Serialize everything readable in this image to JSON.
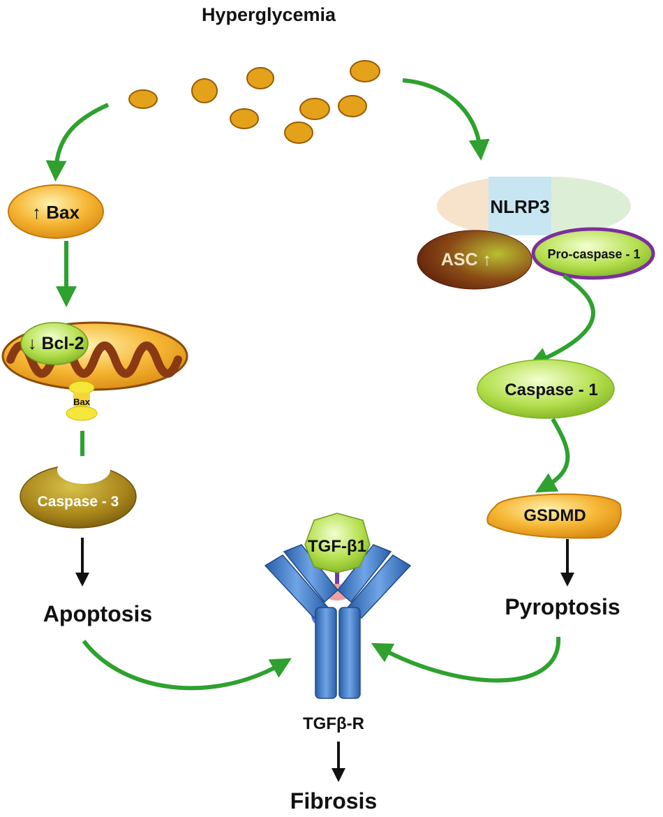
{
  "title": "Hyperglycemia",
  "left_branch": {
    "bax_up": "↑ Bax",
    "bcl2_down": "↓ Bcl-2",
    "bax_small": "Bax",
    "caspase3": "Caspase - 3",
    "outcome": "Apoptosis"
  },
  "right_branch": {
    "nlrp3": "NLRP3",
    "asc_up": "ASC ↑",
    "pro_caspase1": "Pro-caspase - 1",
    "caspase1": "Caspase - 1",
    "gsdmd": "GSDMD",
    "outcome": "Pyroptosis"
  },
  "center": {
    "ligand": "TGF-β1",
    "receptor": "TGFβ-R",
    "outcome": "Fibrosis"
  },
  "colors": {
    "arrow_green": "#2ea12e",
    "glucose": "#e3a21a",
    "glucose_edge": "#9a5a00",
    "nlrp3_green": "#dcefd6",
    "nlrp3_blue": "#c7e6f2",
    "nlrp3_peach": "#f7e3cc",
    "pro_caspase_ring": "#7b2f9c",
    "receptor_blue": "#3f7fc7"
  }
}
